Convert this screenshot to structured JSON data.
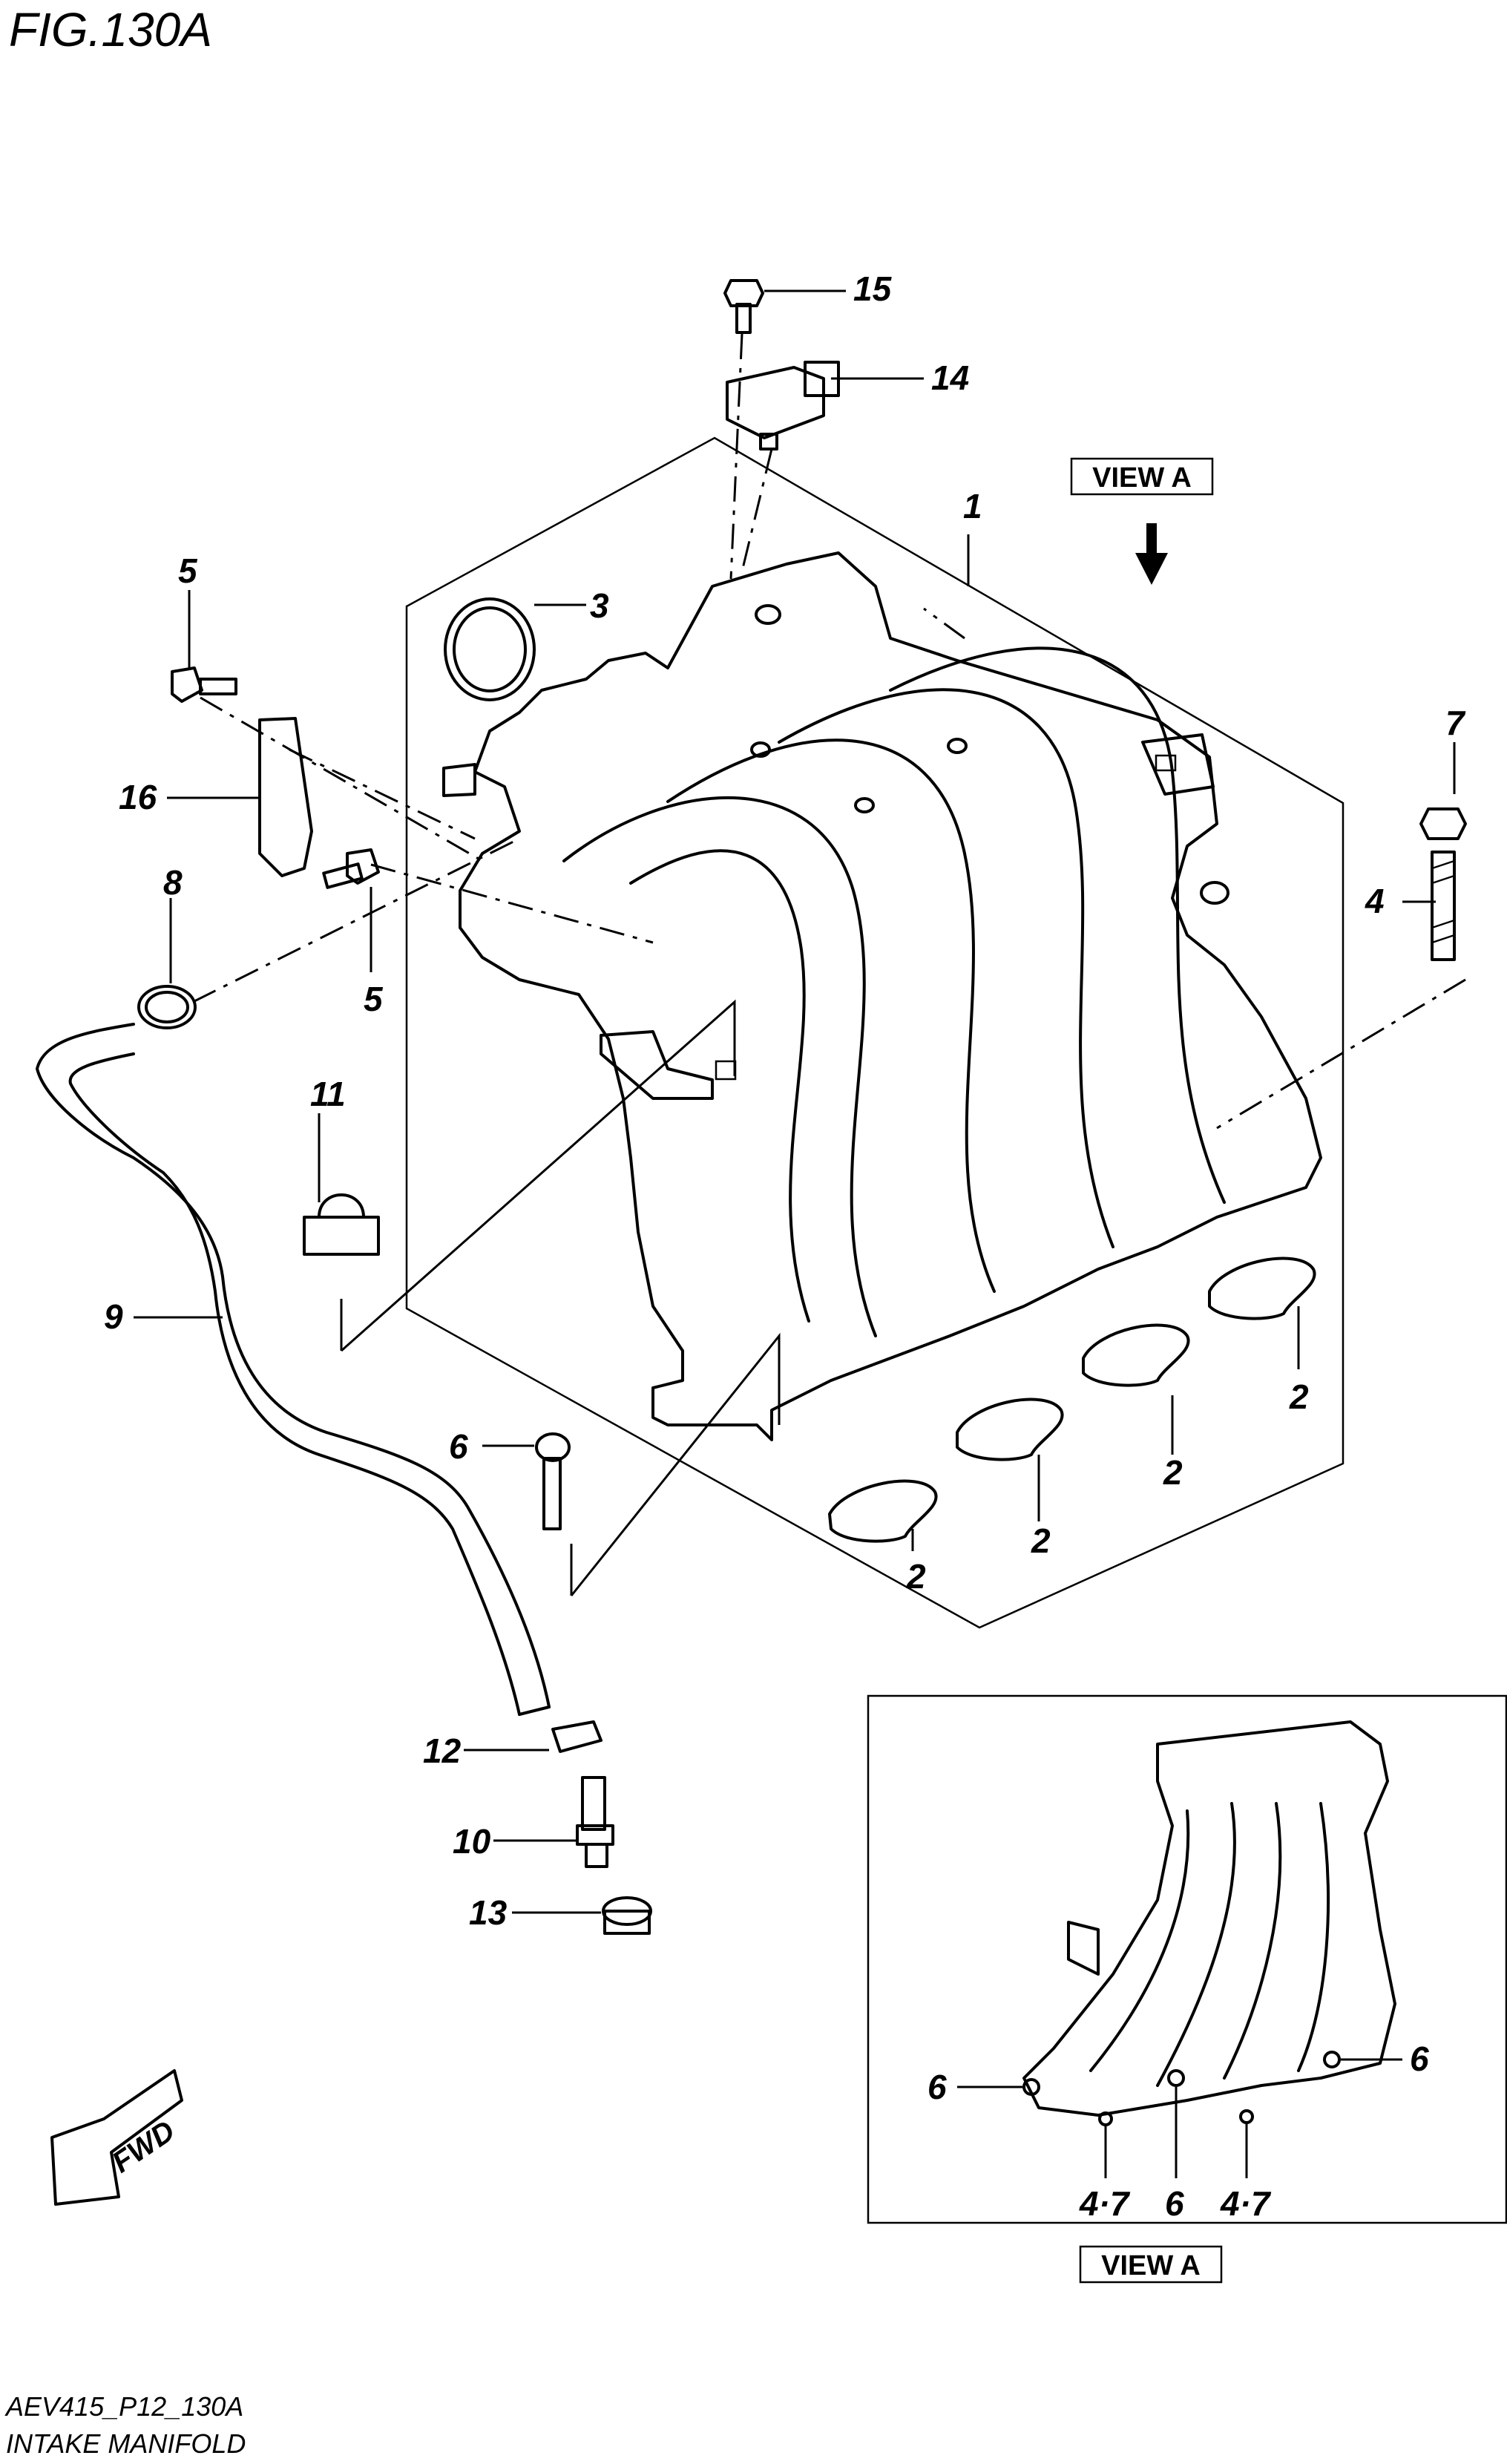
{
  "figure_title": "FIG.130A",
  "view_label": "VIEW A",
  "fwd_label": "FWD",
  "footer": {
    "code": "AEV415_P12_130A",
    "name": "INTAKE MANIFOLD"
  },
  "callouts": {
    "c1": "1",
    "c2a": "2",
    "c2b": "2",
    "c2c": "2",
    "c2d": "2",
    "c3": "3",
    "c4": "4",
    "c5a": "5",
    "c5b": "5",
    "c6": "6",
    "c7": "7",
    "c8": "8",
    "c9": "9",
    "c10": "10",
    "c11": "11",
    "c12": "12",
    "c13": "13",
    "c14": "14",
    "c15": "15",
    "c16": "16"
  },
  "inset_callouts": {
    "i6a": "6",
    "i6b": "6",
    "i6c": "6",
    "i47a": "4·7",
    "i47b": "4·7"
  }
}
